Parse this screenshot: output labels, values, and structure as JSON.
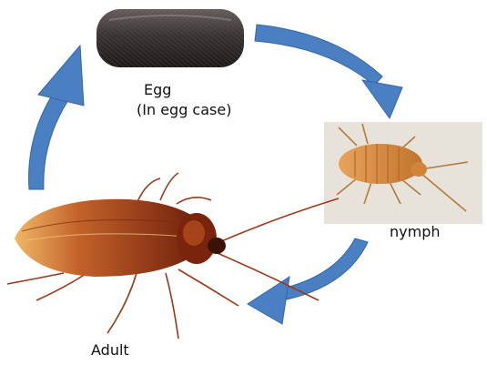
{
  "stages": {
    "egg": {
      "label_line1": "Egg",
      "label_line2": "(In egg case)"
    },
    "nymph": {
      "label": "nymph"
    },
    "adult": {
      "label": "Adult"
    }
  },
  "colors": {
    "arrow": "#4a7fc1",
    "arrow_edge": "#3566a8",
    "egg_case": "#3a3434",
    "nymph_body": "#d4893f",
    "nymph_bg": "#e7e3db",
    "adult_body": "#8a2c12",
    "adult_wing_light": "#e6a24c"
  },
  "icons": [
    "egg-case-image",
    "nymph-image",
    "adult-cockroach-image",
    "cycle-arrow"
  ]
}
